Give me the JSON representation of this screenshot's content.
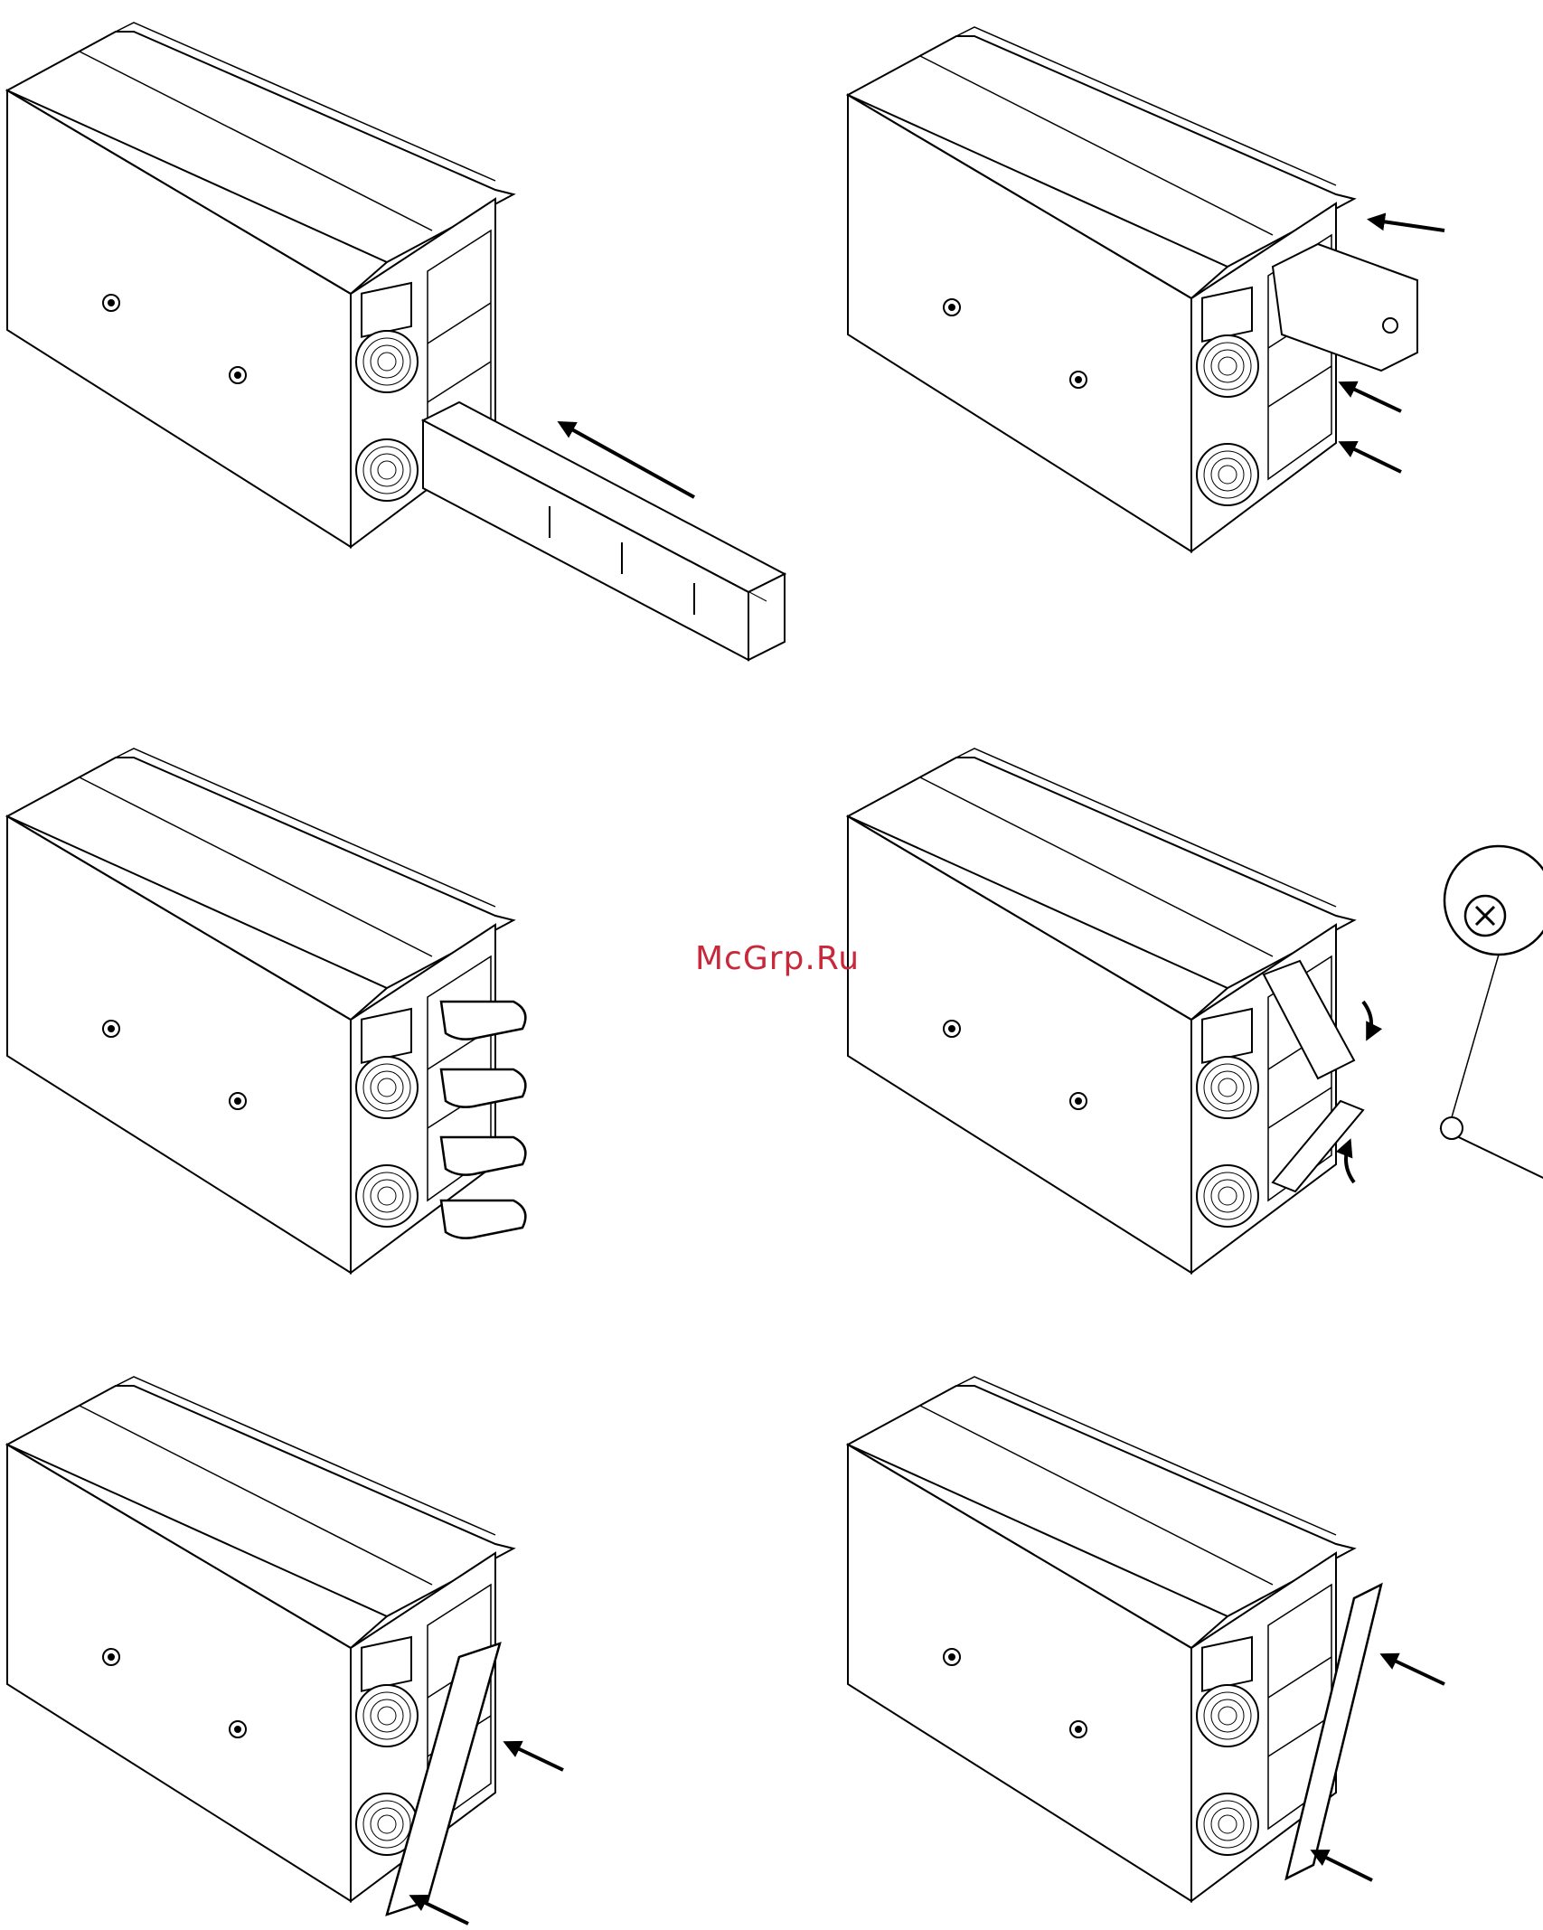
{
  "watermark": {
    "text": "McGrp.Ru",
    "color": "#c8283a"
  },
  "line_color": "#000000",
  "panels": [
    {
      "id": "install-battery-slide-in"
    },
    {
      "id": "insert-three-modules"
    },
    {
      "id": "press-connectors"
    },
    {
      "id": "attach-bracket-screws"
    },
    {
      "id": "attach-front-bezel-left"
    },
    {
      "id": "attach-front-bezel-right"
    }
  ]
}
